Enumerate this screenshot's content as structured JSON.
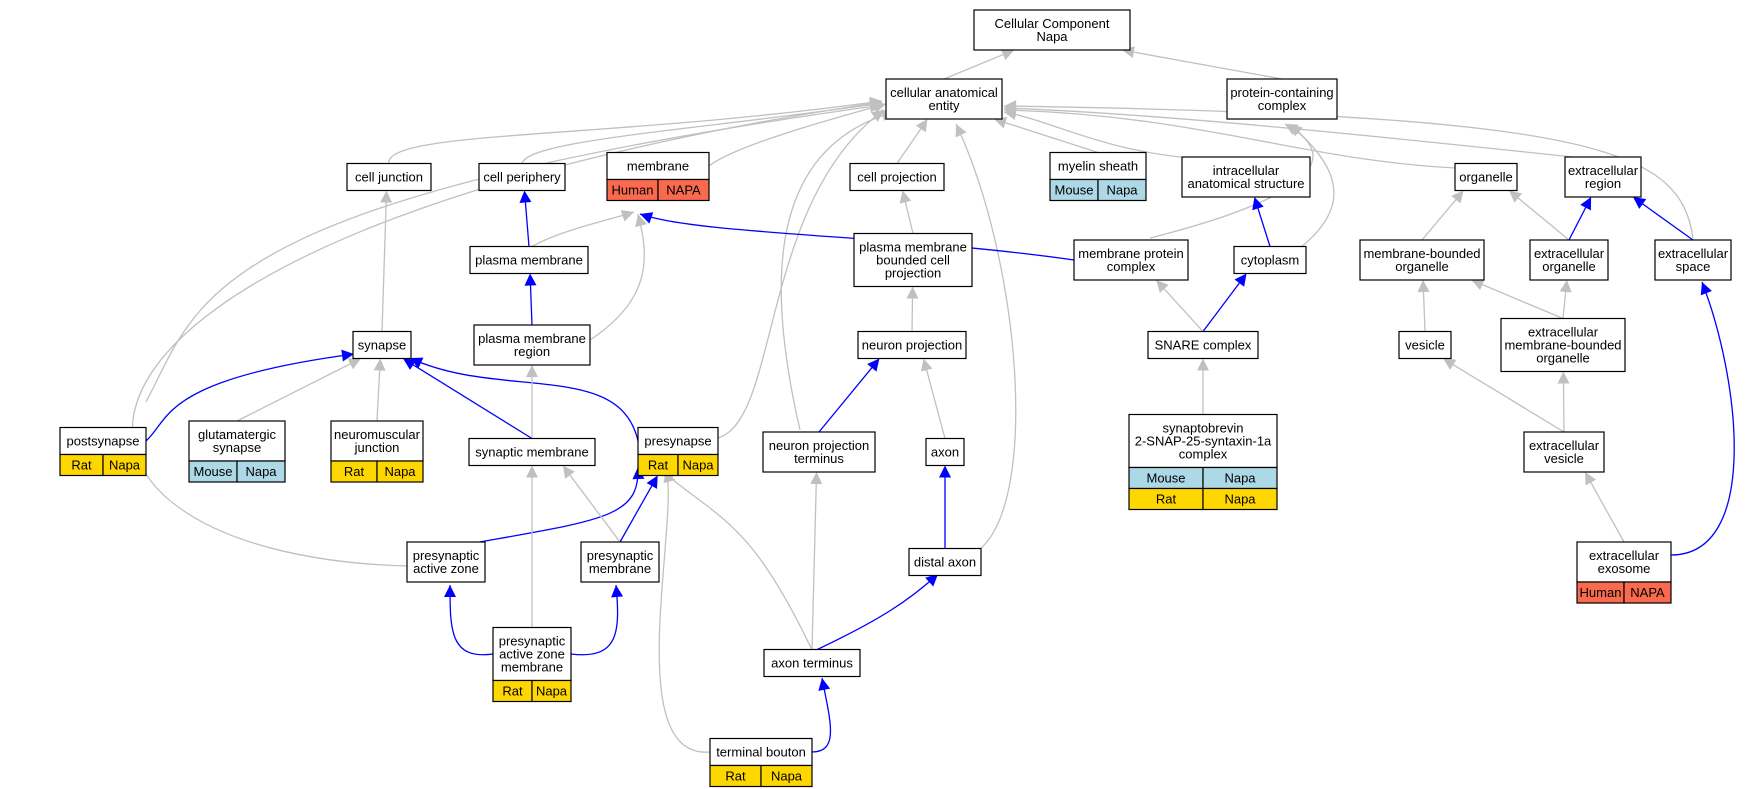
{
  "colors": {
    "gray_edge": "#c0c0c0",
    "blue_edge": "#0000ff",
    "Human": "#fa6a4f",
    "Mouse": "#add8e6",
    "Rat": "#ffd700"
  },
  "nodes": [
    {
      "id": "root",
      "lines": [
        "Cellular Component",
        "Napa"
      ],
      "tags": []
    },
    {
      "id": "cae",
      "lines": [
        "cellular anatomical",
        "entity"
      ],
      "tags": []
    },
    {
      "id": "pcc",
      "lines": [
        "protein-containing",
        "complex"
      ],
      "tags": []
    },
    {
      "id": "cj",
      "lines": [
        "cell junction"
      ],
      "tags": []
    },
    {
      "id": "cp",
      "lines": [
        "cell periphery"
      ],
      "tags": []
    },
    {
      "id": "mem",
      "lines": [
        "membrane"
      ],
      "tags": [
        [
          {
            "text": "Human",
            "color": "Human"
          },
          {
            "text": "NAPA",
            "color": "Human"
          }
        ]
      ]
    },
    {
      "id": "cproj",
      "lines": [
        "cell projection"
      ],
      "tags": []
    },
    {
      "id": "myelin",
      "lines": [
        "myelin sheath"
      ],
      "tags": [
        [
          {
            "text": "Mouse",
            "color": "Mouse"
          },
          {
            "text": "Napa",
            "color": "Mouse"
          }
        ]
      ]
    },
    {
      "id": "ias",
      "lines": [
        "intracellular",
        "anatomical structure"
      ],
      "tags": []
    },
    {
      "id": "org",
      "lines": [
        "organelle"
      ],
      "tags": []
    },
    {
      "id": "ecr",
      "lines": [
        "extracellular",
        "region"
      ],
      "tags": []
    },
    {
      "id": "pm",
      "lines": [
        "plasma membrane"
      ],
      "tags": []
    },
    {
      "id": "pmbcp",
      "lines": [
        "plasma membrane",
        "bounded cell",
        "projection"
      ],
      "tags": []
    },
    {
      "id": "mpc",
      "lines": [
        "membrane protein",
        "complex"
      ],
      "tags": []
    },
    {
      "id": "cyto",
      "lines": [
        "cytoplasm"
      ],
      "tags": []
    },
    {
      "id": "mbo",
      "lines": [
        "membrane-bounded",
        "organelle"
      ],
      "tags": []
    },
    {
      "id": "eco",
      "lines": [
        "extracellular",
        "organelle"
      ],
      "tags": []
    },
    {
      "id": "ecs",
      "lines": [
        "extracellular",
        "space"
      ],
      "tags": []
    },
    {
      "id": "syn",
      "lines": [
        "synapse"
      ],
      "tags": []
    },
    {
      "id": "pmr",
      "lines": [
        "plasma membrane",
        "region"
      ],
      "tags": []
    },
    {
      "id": "np",
      "lines": [
        "neuron projection"
      ],
      "tags": []
    },
    {
      "id": "snare",
      "lines": [
        "SNARE complex"
      ],
      "tags": []
    },
    {
      "id": "ves",
      "lines": [
        "vesicle"
      ],
      "tags": []
    },
    {
      "id": "ecmbo",
      "lines": [
        "extracellular",
        "membrane-bounded",
        "organelle"
      ],
      "tags": []
    },
    {
      "id": "postsyn",
      "lines": [
        "postsynapse"
      ],
      "tags": [
        [
          {
            "text": "Rat",
            "color": "Rat"
          },
          {
            "text": "Napa",
            "color": "Rat"
          }
        ]
      ]
    },
    {
      "id": "glut",
      "lines": [
        "glutamatergic",
        "synapse"
      ],
      "tags": [
        [
          {
            "text": "Mouse",
            "color": "Mouse"
          },
          {
            "text": "Napa",
            "color": "Mouse"
          }
        ]
      ]
    },
    {
      "id": "nmj",
      "lines": [
        "neuromuscular",
        "junction"
      ],
      "tags": [
        [
          {
            "text": "Rat",
            "color": "Rat"
          },
          {
            "text": "Napa",
            "color": "Rat"
          }
        ]
      ]
    },
    {
      "id": "synmem",
      "lines": [
        "synaptic membrane"
      ],
      "tags": []
    },
    {
      "id": "presyn",
      "lines": [
        "presynapse"
      ],
      "tags": [
        [
          {
            "text": "Rat",
            "color": "Rat"
          },
          {
            "text": "Napa",
            "color": "Rat"
          }
        ]
      ]
    },
    {
      "id": "npt",
      "lines": [
        "neuron projection",
        "terminus"
      ],
      "tags": []
    },
    {
      "id": "axon",
      "lines": [
        "axon"
      ],
      "tags": []
    },
    {
      "id": "sb2",
      "lines": [
        "synaptobrevin",
        "2-SNAP-25-syntaxin-1a",
        "complex"
      ],
      "tags": [
        [
          {
            "text": "Mouse",
            "color": "Mouse"
          },
          {
            "text": "Napa",
            "color": "Mouse"
          }
        ],
        [
          {
            "text": "Rat",
            "color": "Rat"
          },
          {
            "text": "Napa",
            "color": "Rat"
          }
        ]
      ]
    },
    {
      "id": "ecv",
      "lines": [
        "extracellular",
        "vesicle"
      ],
      "tags": []
    },
    {
      "id": "paz",
      "lines": [
        "presynaptic",
        "active zone"
      ],
      "tags": []
    },
    {
      "id": "pmem",
      "lines": [
        "presynaptic",
        "membrane"
      ],
      "tags": []
    },
    {
      "id": "daxon",
      "lines": [
        "distal axon"
      ],
      "tags": []
    },
    {
      "id": "exo",
      "lines": [
        "extracellular",
        "exosome"
      ],
      "tags": [
        [
          {
            "text": "Human",
            "color": "Human"
          },
          {
            "text": "NAPA",
            "color": "Human"
          }
        ]
      ]
    },
    {
      "id": "pazm",
      "lines": [
        "presynaptic",
        "active zone",
        "membrane"
      ],
      "tags": [
        [
          {
            "text": "Rat",
            "color": "Rat"
          },
          {
            "text": "Napa",
            "color": "Rat"
          }
        ]
      ]
    },
    {
      "id": "axterm",
      "lines": [
        "axon terminus"
      ],
      "tags": []
    },
    {
      "id": "tb",
      "lines": [
        "terminal bouton"
      ],
      "tags": [
        [
          {
            "text": "Rat",
            "color": "Rat"
          },
          {
            "text": "Napa",
            "color": "Rat"
          }
        ]
      ]
    }
  ],
  "edges": [
    {
      "from": "cae",
      "to": "root",
      "kind": "is_a"
    },
    {
      "from": "pcc",
      "to": "root",
      "kind": "is_a"
    },
    {
      "from": "cj",
      "to": "cae",
      "kind": "is_a"
    },
    {
      "from": "cp",
      "to": "cae",
      "kind": "is_a"
    },
    {
      "from": "mem",
      "to": "cae",
      "kind": "is_a"
    },
    {
      "from": "cproj",
      "to": "cae",
      "kind": "is_a"
    },
    {
      "from": "myelin",
      "to": "cae",
      "kind": "is_a"
    },
    {
      "from": "ias",
      "to": "cae",
      "kind": "is_a"
    },
    {
      "from": "org",
      "to": "cae",
      "kind": "is_a"
    },
    {
      "from": "ecr",
      "to": "cae",
      "kind": "is_a"
    },
    {
      "from": "ecs",
      "to": "cae",
      "kind": "is_a"
    },
    {
      "from": "postsyn",
      "to": "cae",
      "kind": "is_a"
    },
    {
      "from": "presyn",
      "to": "cae",
      "kind": "is_a"
    },
    {
      "from": "npt",
      "to": "cae",
      "kind": "is_a"
    },
    {
      "from": "daxon",
      "to": "cae",
      "kind": "is_a"
    },
    {
      "from": "paz",
      "to": "cae",
      "kind": "is_a"
    },
    {
      "from": "pm",
      "to": "cp",
      "kind": "part_of"
    },
    {
      "from": "pm",
      "to": "mem",
      "kind": "is_a"
    },
    {
      "from": "pmr",
      "to": "mem",
      "kind": "is_a"
    },
    {
      "from": "mpc",
      "to": "mem",
      "kind": "part_of"
    },
    {
      "from": "mpc",
      "to": "pcc",
      "kind": "is_a"
    },
    {
      "from": "cyto",
      "to": "pcc",
      "kind": "is_a"
    },
    {
      "from": "cyto",
      "to": "ias",
      "kind": "part_of"
    },
    {
      "from": "pmbcp",
      "to": "cproj",
      "kind": "is_a"
    },
    {
      "from": "np",
      "to": "pmbcp",
      "kind": "is_a"
    },
    {
      "from": "mbo",
      "to": "org",
      "kind": "is_a"
    },
    {
      "from": "eco",
      "to": "org",
      "kind": "is_a"
    },
    {
      "from": "eco",
      "to": "ecr",
      "kind": "part_of"
    },
    {
      "from": "ecs",
      "to": "ecr",
      "kind": "part_of"
    },
    {
      "from": "pmr",
      "to": "pm",
      "kind": "part_of"
    },
    {
      "from": "syn",
      "to": "cj",
      "kind": "is_a"
    },
    {
      "from": "postsyn",
      "to": "syn",
      "kind": "part_of"
    },
    {
      "from": "glut",
      "to": "syn",
      "kind": "is_a"
    },
    {
      "from": "nmj",
      "to": "syn",
      "kind": "is_a"
    },
    {
      "from": "synmem",
      "to": "syn",
      "kind": "part_of"
    },
    {
      "from": "presyn",
      "to": "syn",
      "kind": "part_of"
    },
    {
      "from": "synmem",
      "to": "pmr",
      "kind": "is_a"
    },
    {
      "from": "snare",
      "to": "mpc",
      "kind": "is_a"
    },
    {
      "from": "snare",
      "to": "cyto",
      "kind": "part_of"
    },
    {
      "from": "sb2",
      "to": "snare",
      "kind": "is_a"
    },
    {
      "from": "ves",
      "to": "mbo",
      "kind": "is_a"
    },
    {
      "from": "ecmbo",
      "to": "mbo",
      "kind": "is_a"
    },
    {
      "from": "ecmbo",
      "to": "eco",
      "kind": "is_a"
    },
    {
      "from": "ecv",
      "to": "ves",
      "kind": "is_a"
    },
    {
      "from": "ecv",
      "to": "ecmbo",
      "kind": "is_a"
    },
    {
      "from": "exo",
      "to": "ecv",
      "kind": "is_a"
    },
    {
      "from": "exo",
      "to": "ecs",
      "kind": "part_of"
    },
    {
      "from": "npt",
      "to": "np",
      "kind": "part_of"
    },
    {
      "from": "axon",
      "to": "np",
      "kind": "is_a"
    },
    {
      "from": "daxon",
      "to": "axon",
      "kind": "part_of"
    },
    {
      "from": "paz",
      "to": "presyn",
      "kind": "part_of"
    },
    {
      "from": "pmem",
      "to": "presyn",
      "kind": "part_of"
    },
    {
      "from": "pmem",
      "to": "synmem",
      "kind": "is_a"
    },
    {
      "from": "pazm",
      "to": "paz",
      "kind": "part_of"
    },
    {
      "from": "pazm",
      "to": "pmem",
      "kind": "part_of"
    },
    {
      "from": "pazm",
      "to": "synmem",
      "kind": "is_a"
    },
    {
      "from": "axterm",
      "to": "npt",
      "kind": "is_a"
    },
    {
      "from": "axterm",
      "to": "daxon",
      "kind": "part_of"
    },
    {
      "from": "axterm",
      "to": "presyn",
      "kind": "is_a"
    },
    {
      "from": "tb",
      "to": "axterm",
      "kind": "part_of"
    },
    {
      "from": "tb",
      "to": "presyn",
      "kind": "is_a"
    }
  ]
}
